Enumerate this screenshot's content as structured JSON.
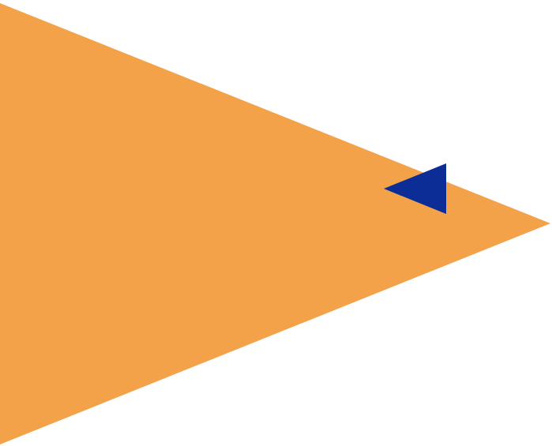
{
  "colors": {
    "background": "#ffffff",
    "large_triangle": "#f3a24a",
    "small_triangle": "#0d2d96"
  },
  "shapes": [
    {
      "name": "large-orange-triangle",
      "direction": "right",
      "color_key": "large_triangle"
    },
    {
      "name": "small-blue-triangle",
      "direction": "left",
      "color_key": "small_triangle"
    }
  ]
}
